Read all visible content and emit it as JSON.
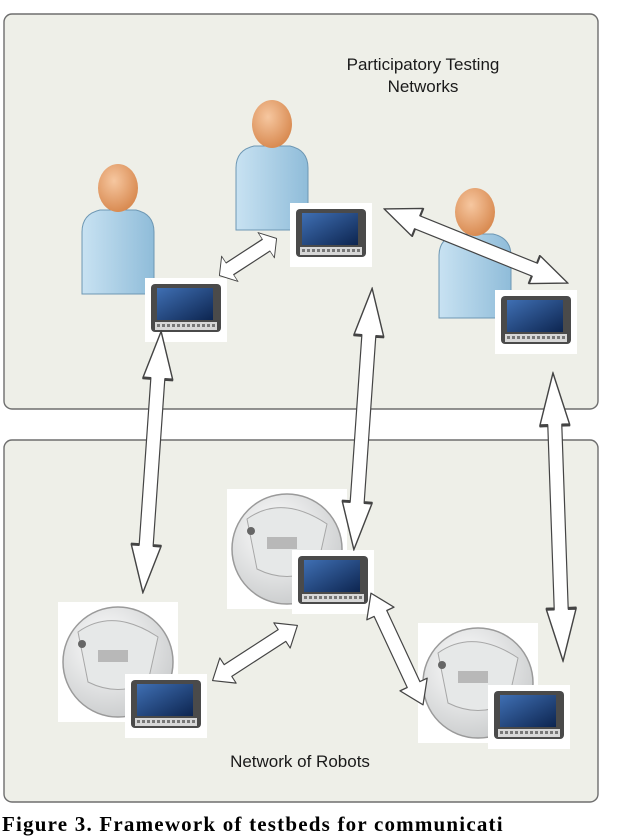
{
  "top_panel": {
    "title_line1": "Participatory Testing",
    "title_line2": "Networks"
  },
  "bottom_panel": {
    "title": "Network of Robots"
  },
  "caption": "Figure 3. Framework of testbeds for communicati",
  "colors": {
    "panel_fill": "#eeefe8",
    "panel_stroke": "#6e6e6e",
    "person_body": "#a9cde3",
    "person_head": "#e8a06c",
    "arrow_fill": "#ffffff",
    "arrow_stroke": "#444444",
    "device_screen": "#1b3f7a"
  },
  "icons": [
    "person-icon",
    "handheld-device-icon",
    "robot-icon",
    "double-arrow-icon"
  ]
}
